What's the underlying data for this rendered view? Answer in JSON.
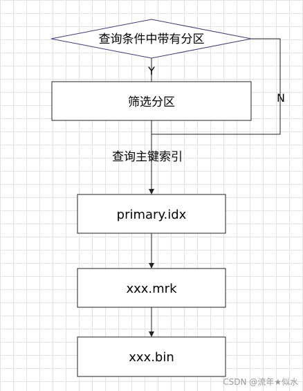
{
  "flowchart": {
    "decision": {
      "label": "查询条件中带有分区",
      "yes_label": "Y",
      "no_label": "N"
    },
    "filter_step": {
      "label": "筛选分区"
    },
    "lookup_step": {
      "label": "查询主键索引"
    },
    "files": [
      {
        "label": "primary.idx"
      },
      {
        "label": "xxx.mrk"
      },
      {
        "label": "xxx.bin"
      }
    ]
  },
  "watermark": "CSDN @流年★似水",
  "colors": {
    "decision_stroke": "#3b3b7a",
    "box_stroke": "#222222",
    "line": "#222222",
    "grid": "#e3e3e3",
    "background": "#ffffff"
  }
}
